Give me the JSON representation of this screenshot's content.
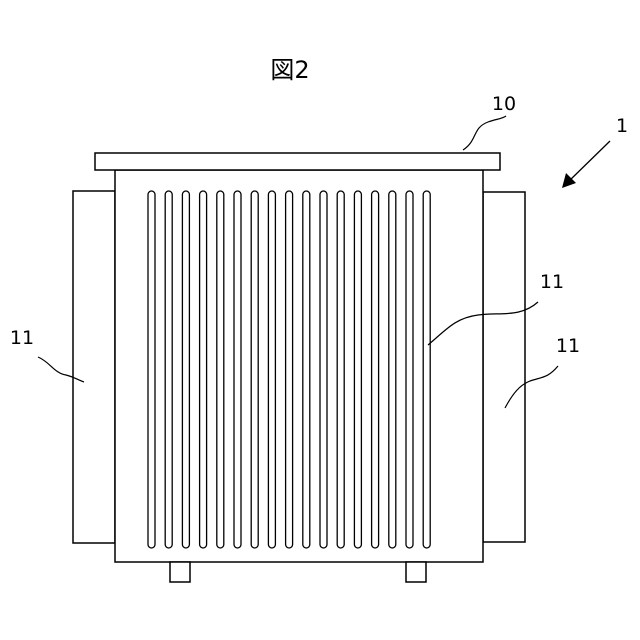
{
  "figure": {
    "title": "図2"
  },
  "reference_labels": {
    "device": "1",
    "top_plate": "10",
    "fin_center": "11",
    "fin_left": "11",
    "fin_right": "11"
  },
  "stroke_color": "#000000",
  "fill_color": "#ffffff",
  "slot_count": 17
}
